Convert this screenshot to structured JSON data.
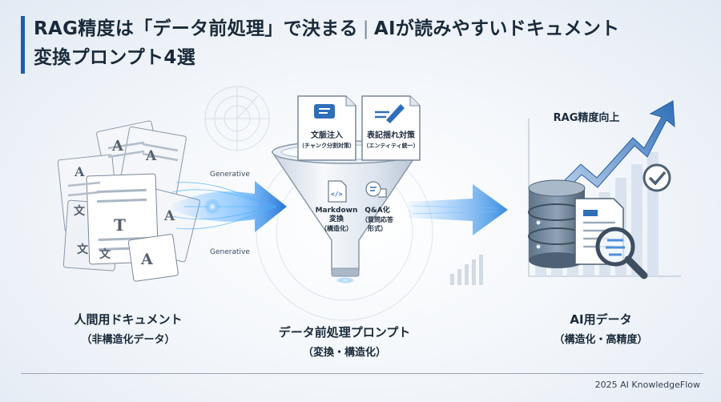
{
  "title": {
    "part1": "RAG精度は「データ前処理」で決まる",
    "separator": "|",
    "part2": "AIが読みやすいドキュメント",
    "line2": "変換プロンプト4選"
  },
  "left": {
    "label": "人間用ドキュメント",
    "sub": "（非構造化データ）"
  },
  "flow": {
    "top_word": "Generative",
    "bottom_word": "Generative"
  },
  "center": {
    "label": "データ前処理プロンプト",
    "sub": "（変換・構造化）",
    "cards": [
      {
        "title": "文脈注入",
        "sub": "（チャンク分割対策）"
      },
      {
        "title": "表記揺れ対策",
        "sub": "（エンティティ統一）"
      }
    ],
    "funnel_items": [
      {
        "title": "Markdown",
        "line2": "変換",
        "line3": "（構造化）"
      },
      {
        "title": "Q&A化",
        "line2": "（質問応答",
        "line3": "形式）"
      }
    ]
  },
  "right": {
    "chart_title": "RAG精度向上",
    "label": "AI用データ",
    "sub": "（構造化・高精度）"
  },
  "doc_glyphs": {
    "latin": "A",
    "kanji": "文",
    "tee": "T"
  },
  "colors": {
    "accent": "#1d5fa6",
    "glow": "#3aa0ff",
    "arrow": "#2f86e0"
  },
  "footer": "2025 AI KnowledgeFlow"
}
